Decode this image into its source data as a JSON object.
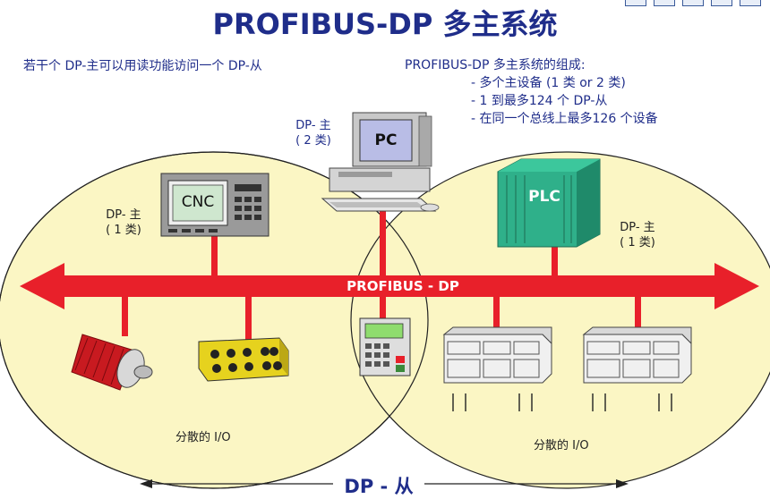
{
  "title": "PROFIBUS-DP 多主系统",
  "left_note": "若干个 DP-主可以用读功能访问一个 DP-从",
  "right_note": {
    "heading": "PROFIBUS-DP 多主系统的组成:",
    "items": [
      "- 多个主设备 (1 类 or 2 类)",
      "- 1 到最多124 个 DP-从",
      "- 在同一个总线上最多126 个设备"
    ]
  },
  "bus_label": "PROFIBUS - DP",
  "masters": {
    "pc": {
      "role": "DP- 主",
      "class": "( 2 类)",
      "device": "PC"
    },
    "cnc": {
      "role": "DP- 主",
      "class": "( 1 类)",
      "device": "CNC"
    },
    "plc": {
      "role": "DP- 主",
      "class": "( 1 类)",
      "device": "PLC"
    }
  },
  "distributed_io_left": "分散的 I/O",
  "distributed_io_right": "分散的 I/O",
  "bottom_label": "DP - 从",
  "colors": {
    "ellipse_fill": "#fbf6c4",
    "bus": "#e8202a",
    "title": "#1f2d8a",
    "plc_green": "#2fb08a"
  },
  "icons": [
    "pc-icon",
    "cnc-icon",
    "plc-icon",
    "drive-icon",
    "io-module-icon",
    "operator-panel-icon",
    "rack-icon"
  ]
}
